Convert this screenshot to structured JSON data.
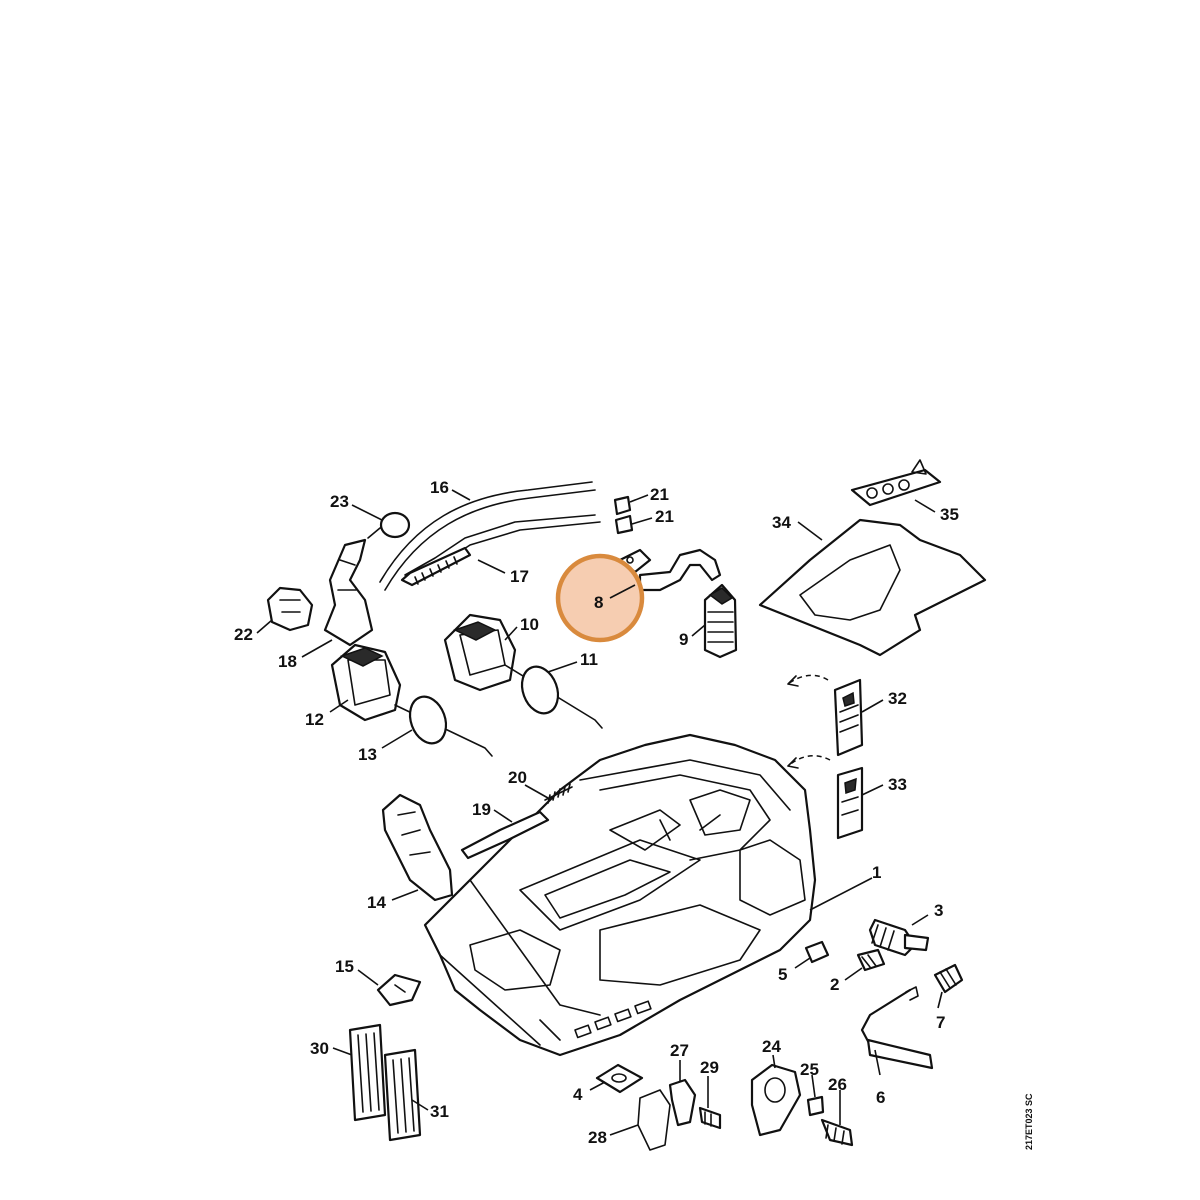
{
  "drawing_ref": "217ET023 SC",
  "highlight": {
    "part": "8",
    "ring_color": "#d98a3d",
    "fill_color": "#f5c4a3"
  },
  "callouts": {
    "c1": "1",
    "c2": "2",
    "c3": "3",
    "c4": "4",
    "c5": "5",
    "c6": "6",
    "c7": "7",
    "c8": "8",
    "c9": "9",
    "c10": "10",
    "c11": "11",
    "c12": "12",
    "c13": "13",
    "c14": "14",
    "c15": "15",
    "c16": "16",
    "c17": "17",
    "c18": "18",
    "c19": "19",
    "c20": "20",
    "c21a": "21",
    "c21b": "21",
    "c22": "22",
    "c23": "23",
    "c24": "24",
    "c25": "25",
    "c26": "26",
    "c27": "27",
    "c28": "28",
    "c29": "29",
    "c30": "30",
    "c31": "31",
    "c32": "32",
    "c33": "33",
    "c34": "34",
    "c35": "35"
  }
}
